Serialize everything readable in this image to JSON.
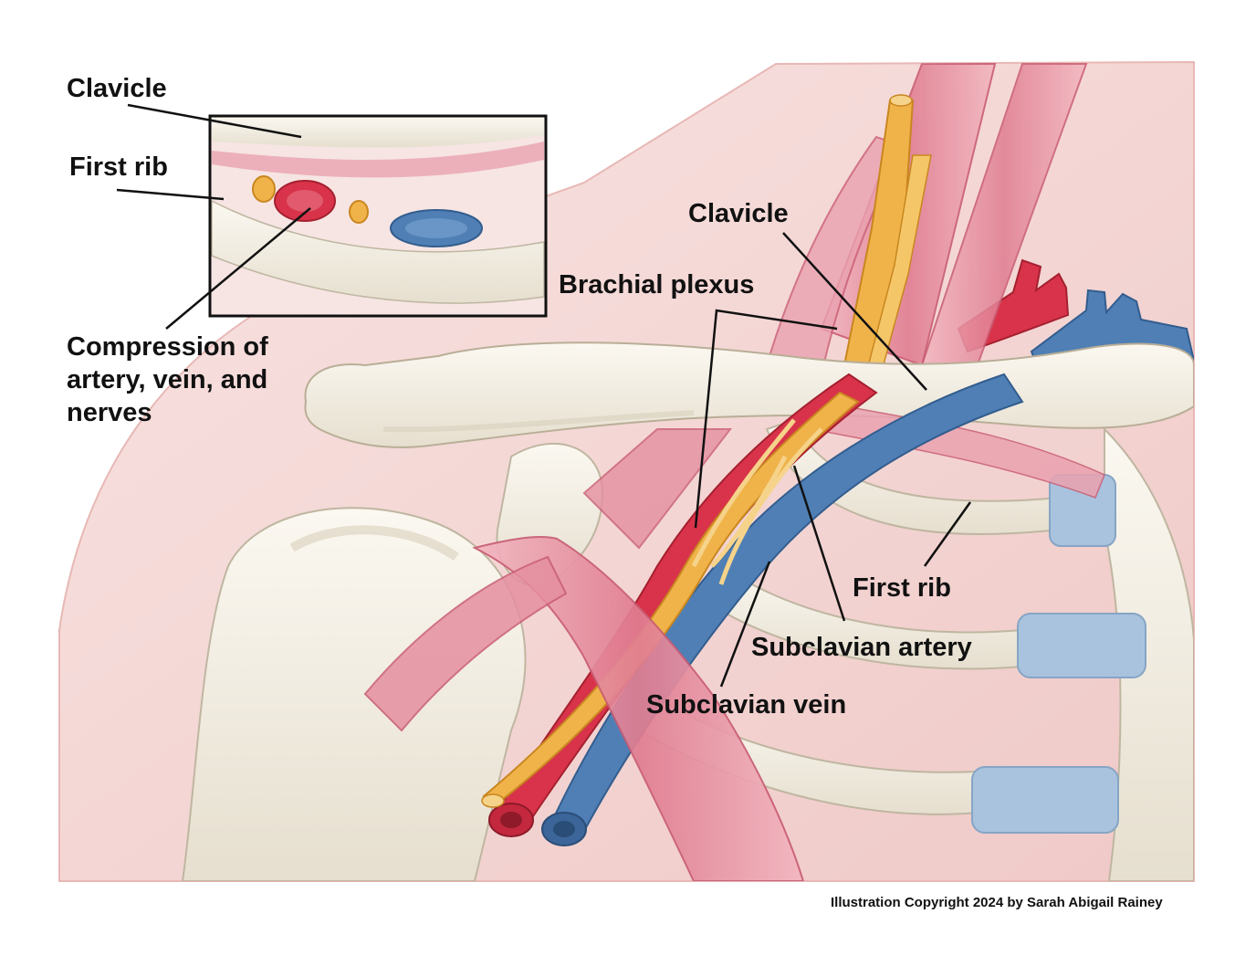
{
  "labels": {
    "inset_clavicle": "Clavicle",
    "inset_first_rib": "First rib",
    "compression_line1": "Compression of",
    "compression_line2": "artery, vein, and",
    "compression_line3": "nerves",
    "clavicle": "Clavicle",
    "brachial_plexus": "Brachial plexus",
    "first_rib": "First rib",
    "subclavian_artery": "Subclavian artery",
    "subclavian_vein": "Subclavian vein"
  },
  "credit": "Illustration Copyright 2024 by Sarah Abigail Rainey",
  "colors": {
    "skin": "#f3d6d4",
    "bone": "#f7f3ea",
    "bone_shadow": "#d8d0bd",
    "muscle": "#e58fa0",
    "artery": "#d8334a",
    "vein": "#4f7fb5",
    "nerve": "#f0b34a",
    "cartilage": "#a9c3de",
    "leader": "#111111"
  },
  "icons": [
    "anatomy-illustration"
  ]
}
